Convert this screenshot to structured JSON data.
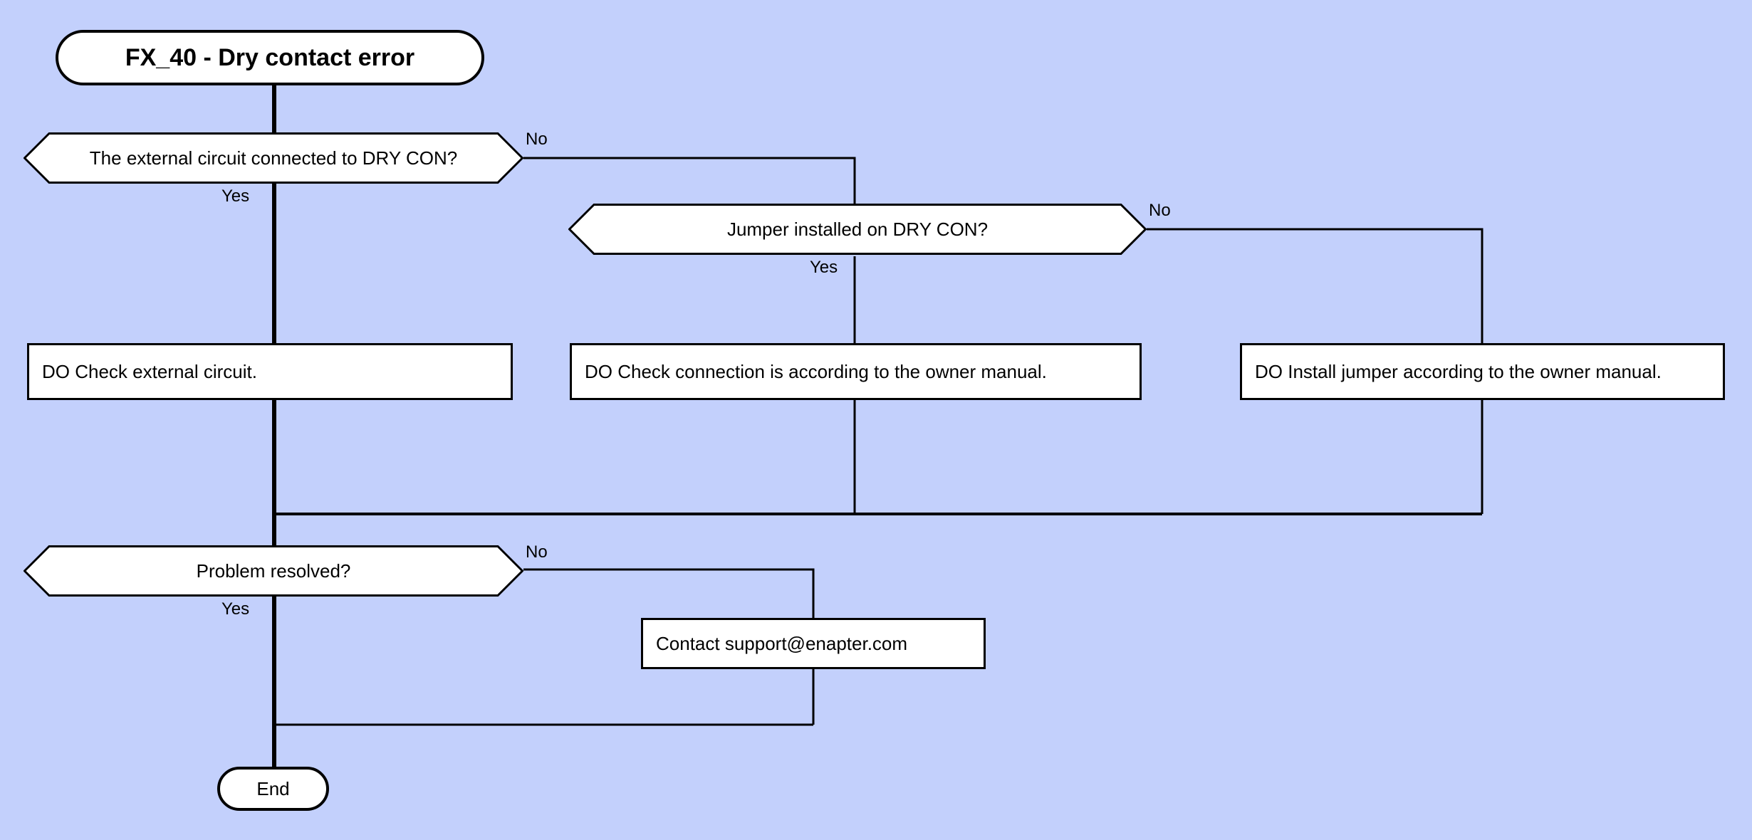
{
  "diagram": {
    "type": "flowchart",
    "title": "FX_40 - Dry contact error",
    "background_color": "#c3d0fc",
    "node_fill_color": "#ffffff",
    "line_color": "#000000"
  },
  "nodes": {
    "title": {
      "label": "FX_40 - Dry contact error",
      "shape": "stadium"
    },
    "decision_external_circuit": {
      "label": "The external circuit connected to DRY CON?",
      "shape": "hexagon"
    },
    "decision_jumper": {
      "label": "Jumper installed on DRY CON?",
      "shape": "hexagon"
    },
    "process_check_external": {
      "label": "DO Check external circuit.",
      "shape": "rectangle"
    },
    "process_check_connection": {
      "label": "DO Check connection is according to the owner manual.",
      "shape": "rectangle"
    },
    "process_install_jumper": {
      "label": "DO Install jumper according to the owner manual.",
      "shape": "rectangle"
    },
    "decision_problem_resolved": {
      "label": "Problem resolved?",
      "shape": "hexagon"
    },
    "process_contact_support": {
      "label": "Contact support@enapter.com",
      "shape": "rectangle"
    },
    "end": {
      "label": "End",
      "shape": "stadium"
    }
  },
  "edge_labels": {
    "external_no": "No",
    "external_yes": "Yes",
    "jumper_no": "No",
    "jumper_yes": "Yes",
    "resolved_no": "No",
    "resolved_yes": "Yes"
  }
}
